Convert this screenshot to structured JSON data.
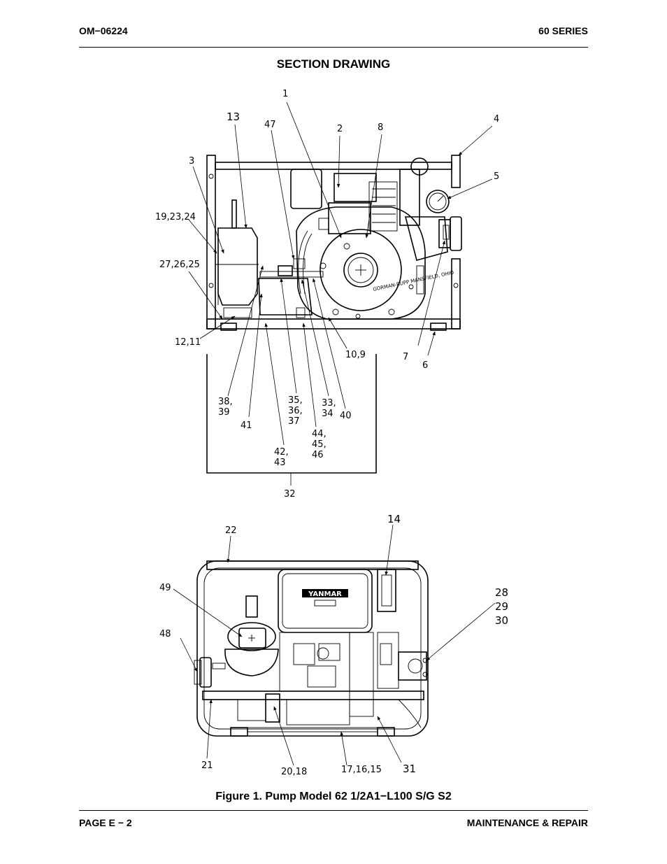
{
  "header": {
    "doc_number": "OM−06224",
    "series": "60 SERIES"
  },
  "section_title": "SECTION DRAWING",
  "figure_caption": "Figure 1. Pump Model 62 1/2A1−L100 S/G S2",
  "footer": {
    "page": "PAGE E − 2",
    "section": "MAINTENANCE & REPAIR"
  },
  "stamp_text": "GORMAN-RUPP MANSFIELD, OHIO",
  "engine_logo": "YANMAR",
  "side_view_labels": {
    "l1": "1",
    "l2": "2",
    "l3": "3",
    "l4": "4",
    "l5": "5",
    "l6": "6",
    "l7": "7",
    "l8": "8",
    "l13": "13",
    "l47": "47",
    "l19": "19,23,24",
    "l27": "27,26,25",
    "l12": "12,11",
    "l10": "10,9",
    "l38a": "38,",
    "l38b": "39",
    "l41": "41",
    "l35a": "35,",
    "l35b": "36,",
    "l35c": "37",
    "l33a": "33,",
    "l33b": "34",
    "l40": "40",
    "l44a": "44,",
    "l44b": "45,",
    "l44c": "46",
    "l42a": "42,",
    "l42b": "43",
    "l32": "32"
  },
  "top_view_labels": {
    "l22": "22",
    "l14": "14",
    "l49": "49",
    "l48": "48",
    "l28": "28",
    "l29": "29",
    "l30": "30",
    "l21": "21",
    "l20": "20,18",
    "l17": "17,16,15",
    "l31": "31"
  }
}
